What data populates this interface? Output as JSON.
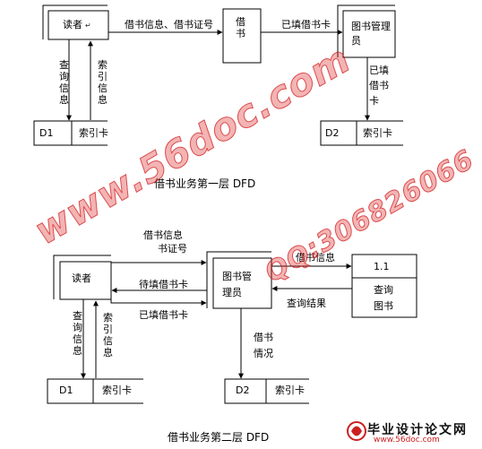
{
  "diagram1": {
    "entity_reader": "读者",
    "process_borrow": "借书",
    "entity_admin": "图书管理员",
    "store_d1_id": "D1",
    "store_d1_name": "索引卡",
    "store_d2_id": "D2",
    "store_d2_name": "索引卡",
    "flow_reader_to_borrow": "借书信息、借书证号",
    "flow_borrow_to_admin": "已填借书卡",
    "flow_query": "查询信息",
    "flow_index": "索引信息",
    "flow_admin_to_d2": "已填借书卡",
    "caption": "借书业务第一层 DFD"
  },
  "diagram2": {
    "entity_reader": "读者",
    "entity_admin": "图书管理员",
    "process_id": "1.1",
    "process_name": "查询图书",
    "store_d1_id": "D1",
    "store_d1_name": "索引卡",
    "store_d2_id": "D2",
    "store_d2_name": "索引卡",
    "flow_borrow_info": "借书信息",
    "flow_card_no": "书证号",
    "flow_to_fill": "待填借书卡",
    "flow_filled": "已填借书卡",
    "flow_admin_to_process": "借书信息",
    "flow_query_result": "查询结果",
    "flow_query": "查询信息",
    "flow_index": "索引信息",
    "flow_admin_to_d2": "借书情况",
    "caption": "借书业务第二层 DFD"
  },
  "watermark": {
    "url": "www.56doc.com",
    "qq": "QQ:306826066"
  },
  "logo": {
    "title": "毕业设计论文网",
    "url": "www.56doc.com"
  },
  "colors": {
    "lines": "#000000",
    "watermark": "#d42a2a",
    "logo_url": "#cc2020"
  }
}
